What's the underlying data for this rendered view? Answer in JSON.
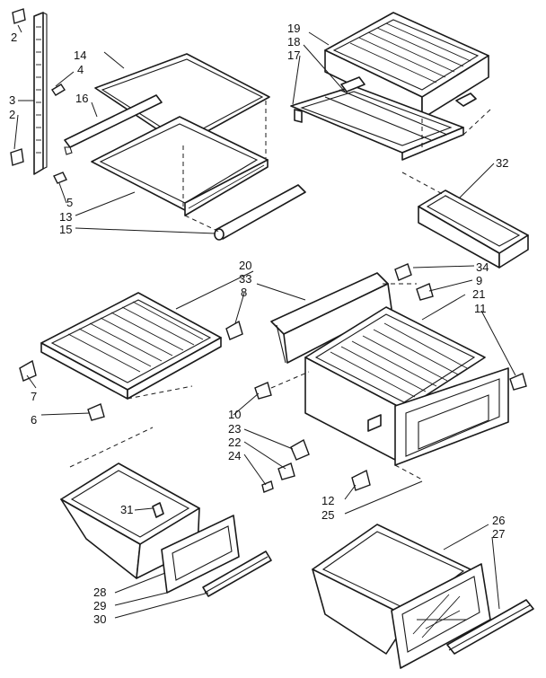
{
  "callouts": {
    "c2a": "2",
    "c14": "14",
    "c4": "4",
    "c3": "3",
    "c2b": "2",
    "c16": "16",
    "c5": "5",
    "c13": "13",
    "c15": "15",
    "c19": "19",
    "c18": "18",
    "c17": "17",
    "c32": "32",
    "c20": "20",
    "c33": "33",
    "c8": "8",
    "c7": "7",
    "c6": "6",
    "c34": "34",
    "c9": "9",
    "c21": "21",
    "c11": "11",
    "c10": "10",
    "c23": "23",
    "c22": "22",
    "c24": "24",
    "c12": "12",
    "c25": "25",
    "c31": "31",
    "c28": "28",
    "c29": "29",
    "c30": "30",
    "c26": "26",
    "c27": "27"
  }
}
